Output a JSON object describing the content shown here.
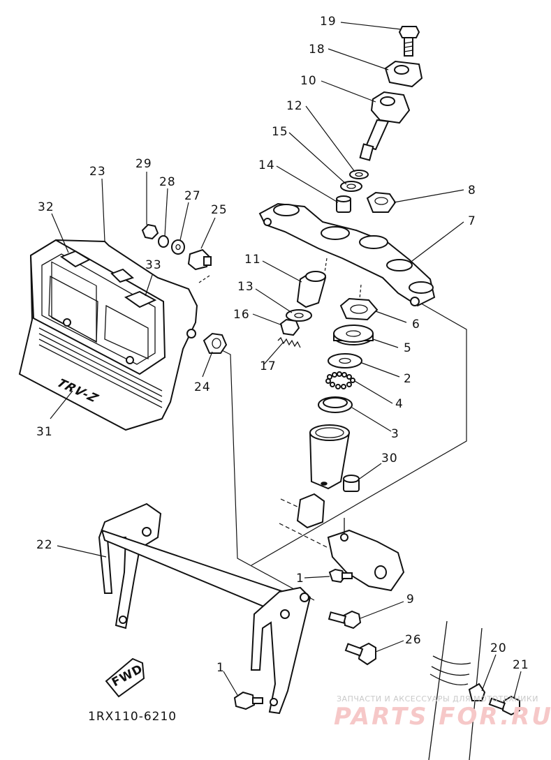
{
  "diagram": {
    "code": "1RX110-6210",
    "fwd_badge": "FWD",
    "logo_text": "TRV-Z",
    "watermark_line1": "ЗАПЧАСТИ И АКСЕССУАРЫ ДЛЯ МОТОТЕХНИКИ",
    "watermark_line2": "PARTS FOR.RU",
    "callouts": [
      "19",
      "18",
      "10",
      "12",
      "15",
      "14",
      "8",
      "7",
      "11",
      "13",
      "16",
      "6",
      "5",
      "17",
      "2",
      "4",
      "3",
      "30",
      "29",
      "28",
      "27",
      "25",
      "23",
      "32",
      "33",
      "24",
      "31",
      "22",
      "1",
      "9",
      "26",
      "20",
      "21",
      "1"
    ]
  }
}
